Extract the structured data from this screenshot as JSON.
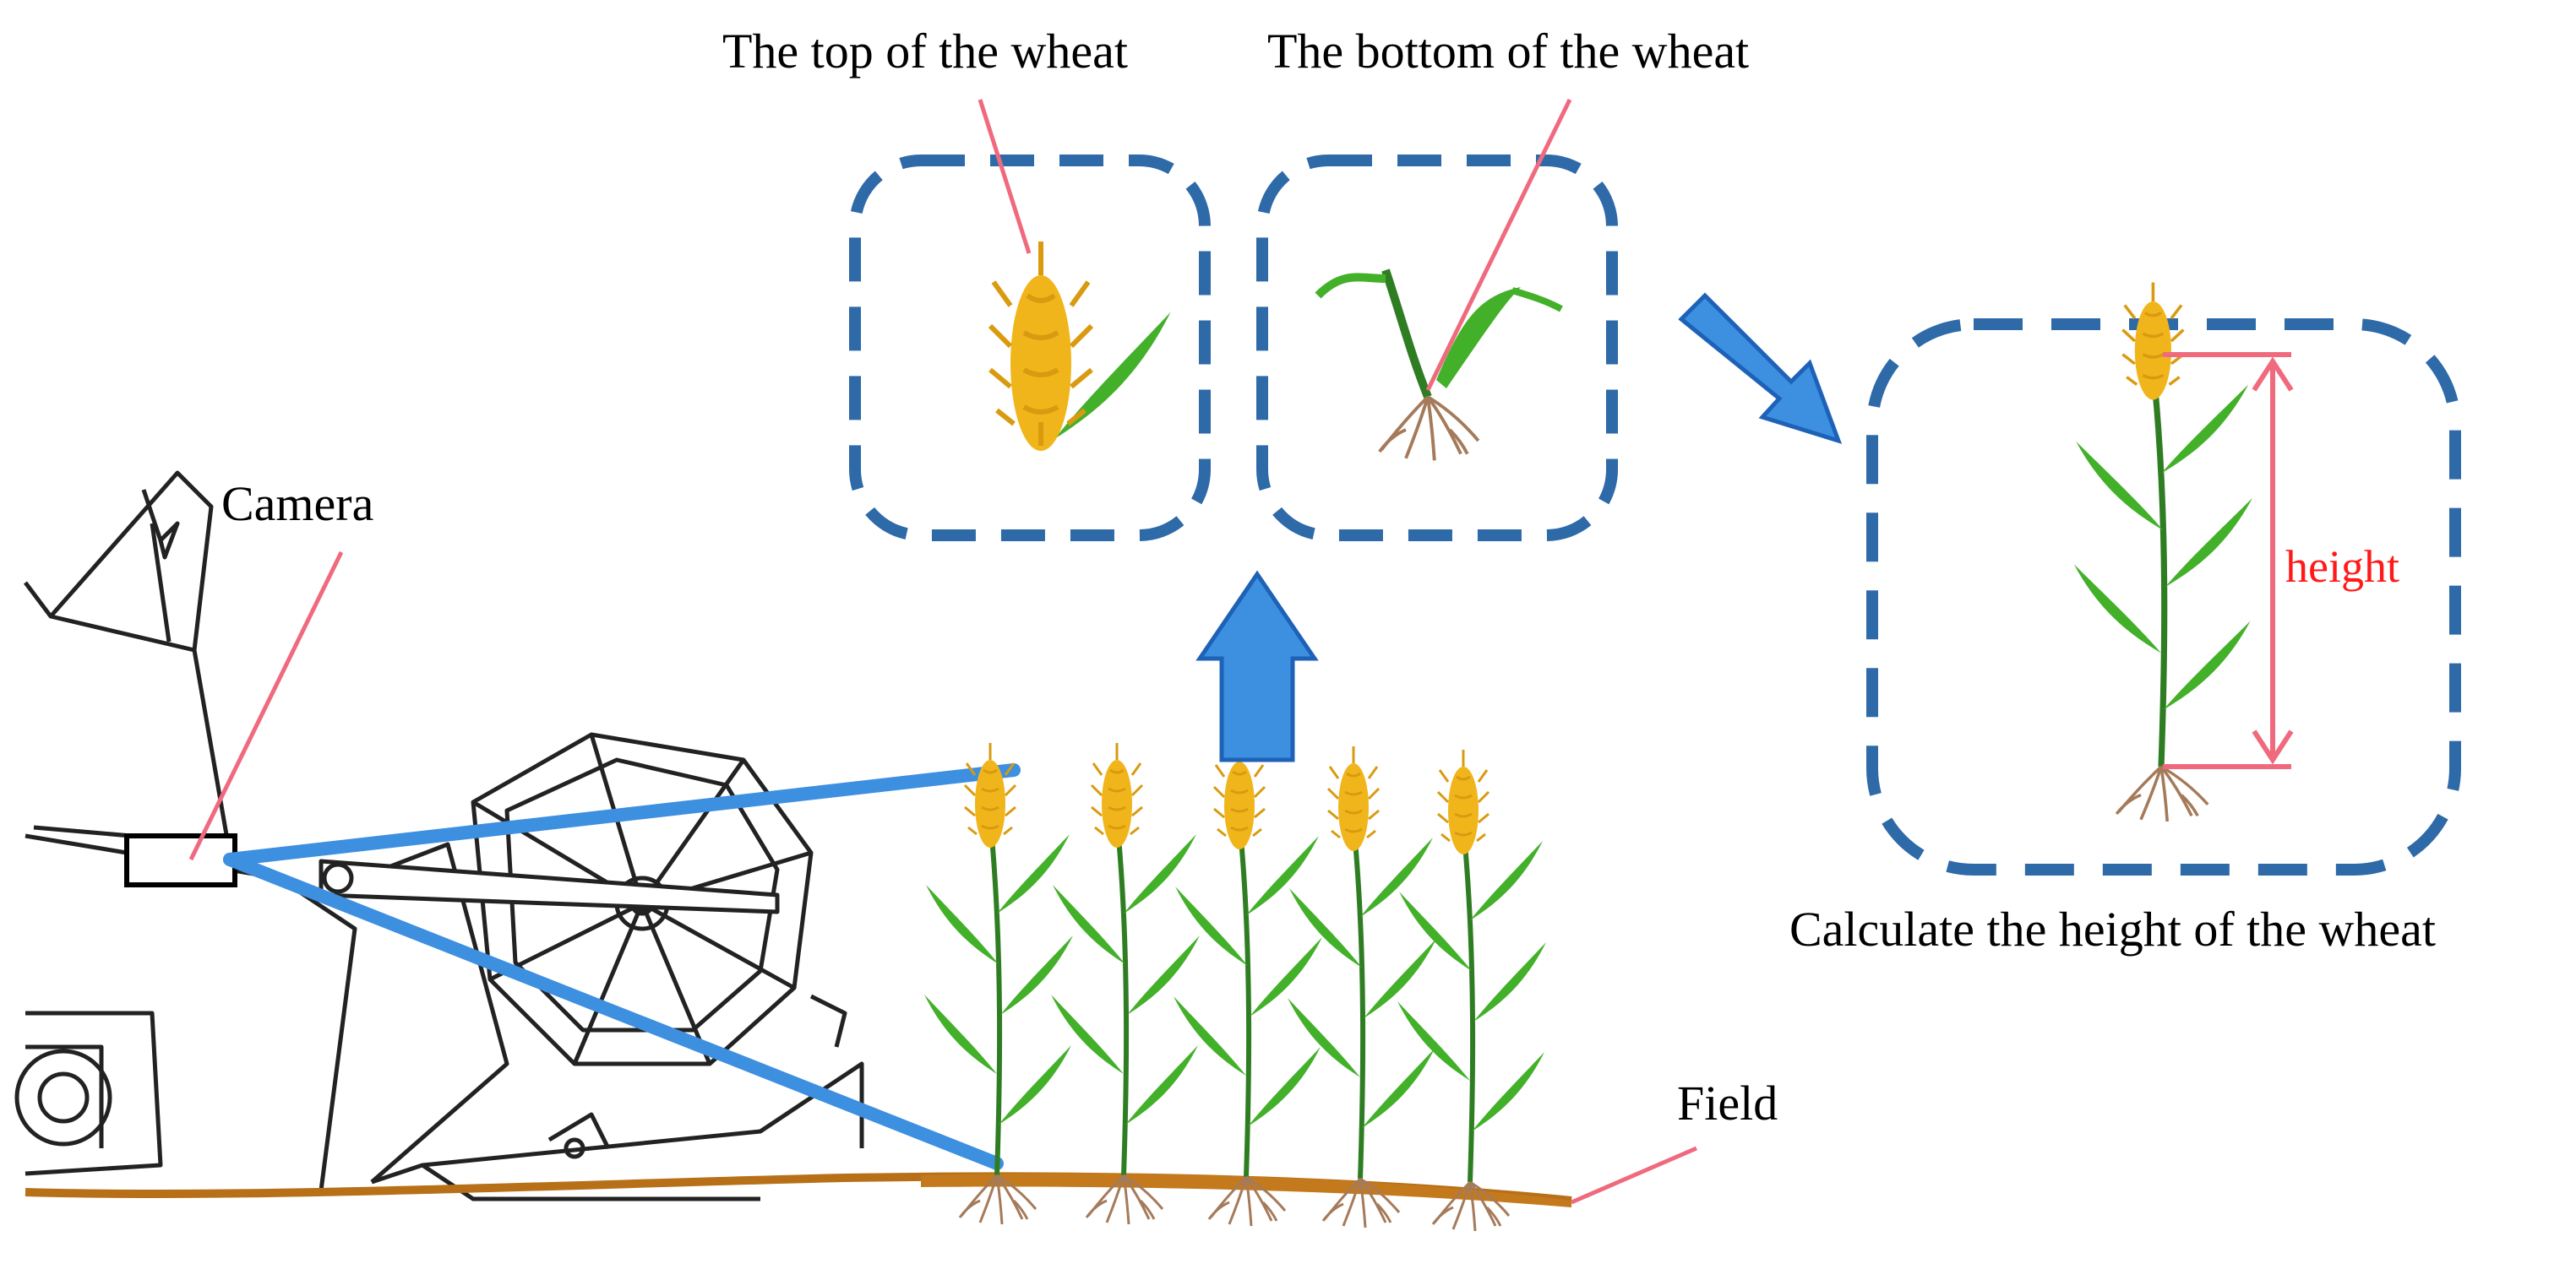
{
  "labels": {
    "top_of_wheat": "The top of the wheat",
    "bottom_of_wheat": "The bottom of the wheat",
    "camera": "Camera",
    "field": "Field",
    "calculate": "Calculate the height of the wheat",
    "height": "height"
  },
  "colors": {
    "dashed_box": "#2e6aa8",
    "arrow_fill": "#3d8fe0",
    "arrow_stroke": "#1e62b8",
    "field_of_view": "#3d8fe0",
    "leader_line": "#f06a7e",
    "soil": "#b87018",
    "stem": "#2f7d23",
    "leaf": "#43b02a",
    "ear": "#f1b51c",
    "root": "#a57a5a",
    "height_label": "#ff1a1a"
  },
  "icons": {
    "machine": "harvester-outline-icon",
    "camera": "camera-box-icon",
    "crop": "wheat-plant-icon"
  }
}
